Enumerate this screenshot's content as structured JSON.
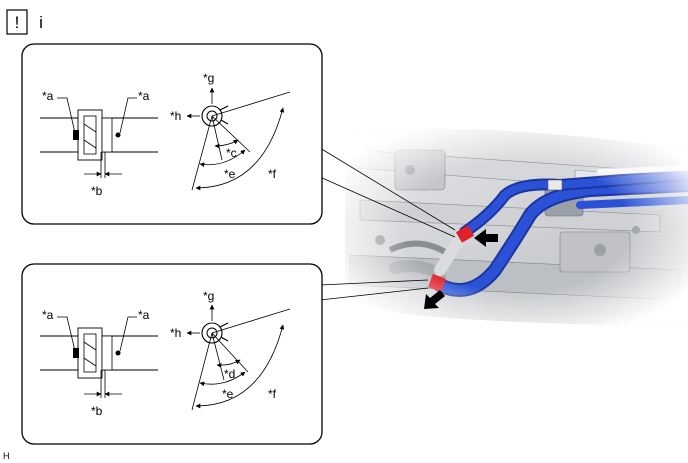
{
  "header": {
    "caution_symbol": "!",
    "info_symbol": "i"
  },
  "figure_id": "H",
  "callouts": {
    "a": "*a",
    "b": "*b",
    "c": "*c",
    "d": "*d",
    "e": "*e",
    "f": "*f",
    "g": "*g",
    "h": "*h"
  },
  "colors": {
    "pipe_blue": "#2b52d6",
    "pipe_blue_dark": "#1a34a0",
    "clamp_red": "#e0202a",
    "frame_stroke": "#000000",
    "photo_grey": "#c9cbce"
  },
  "icons": [
    "caution-icon",
    "info-icon",
    "arrow-pointer-icon"
  ]
}
